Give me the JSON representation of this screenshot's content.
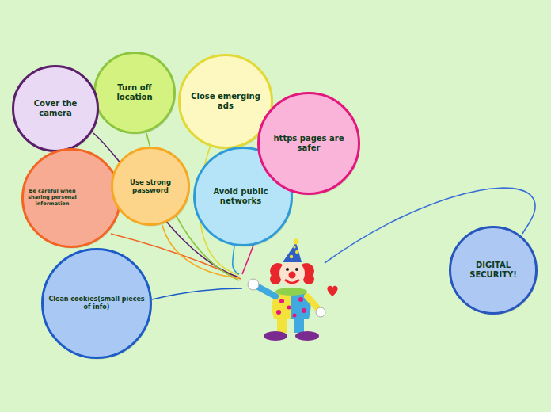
{
  "diagram": {
    "nodes": [
      {
        "text": [
          "Turn off location"
        ]
      },
      {
        "text": [
          "Cover the camera"
        ]
      },
      {
        "text": [
          "Close emerging ads"
        ]
      },
      {
        "text": [
          "Be careful when sharing personal information"
        ]
      },
      {
        "text": [
          "Use strong password"
        ]
      },
      {
        "text": [
          "Avoid public networks"
        ]
      },
      {
        "text": [
          "https pages are safer"
        ]
      },
      {
        "text": [
          "Clean cookies(small pieces of info)"
        ]
      },
      {
        "text": [
          "DIGITAL SECURITY!"
        ]
      }
    ]
  }
}
